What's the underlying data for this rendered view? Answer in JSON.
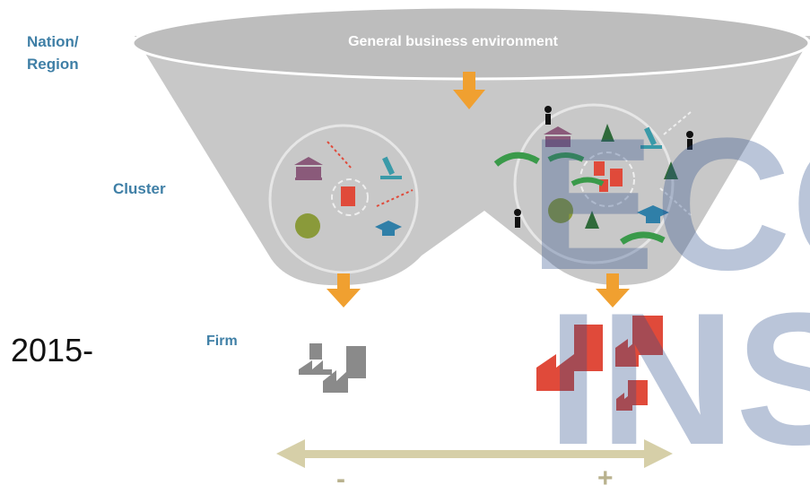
{
  "labels": {
    "nation_line1": "Nation/",
    "nation_line2": "Region",
    "cluster": "Cluster",
    "firm": "Firm",
    "environment": "General business environment",
    "year": "2015-",
    "minus": "-",
    "plus": "+"
  },
  "watermark": {
    "letters_top": "ECO",
    "letters_bottom": "INS"
  },
  "colors": {
    "funnel": "#c9c9c9",
    "arrow_orange": "#f0a030",
    "label_blue": "#3f7fa6",
    "firm_red": "#e04a3a",
    "firm_gray": "#8a8a8a",
    "axis_tan": "#d6cfa8",
    "watermark": "#2e4e8c"
  }
}
